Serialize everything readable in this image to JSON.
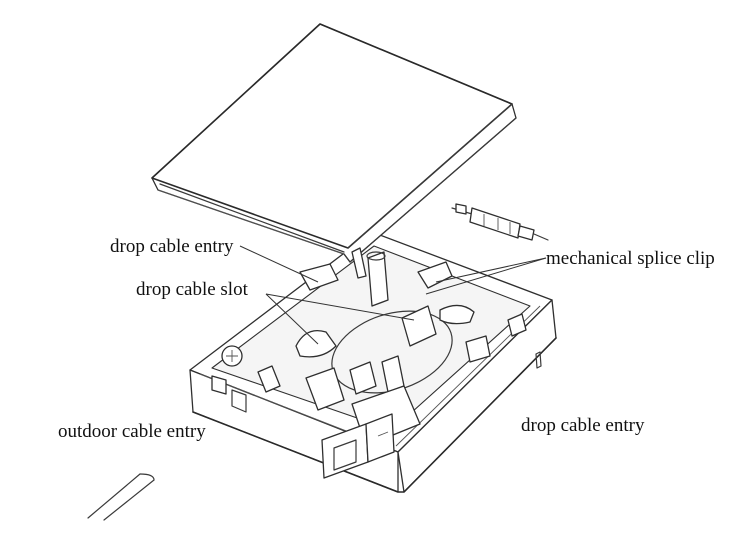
{
  "labels": {
    "drop_cable_entry_top": "drop cable entry",
    "drop_cable_slot": "drop cable slot",
    "mechanical_splice_clip": "mechanical splice clip",
    "outdoor_cable_entry": "outdoor cable entry",
    "drop_cable_entry_right": "drop cable entry"
  }
}
